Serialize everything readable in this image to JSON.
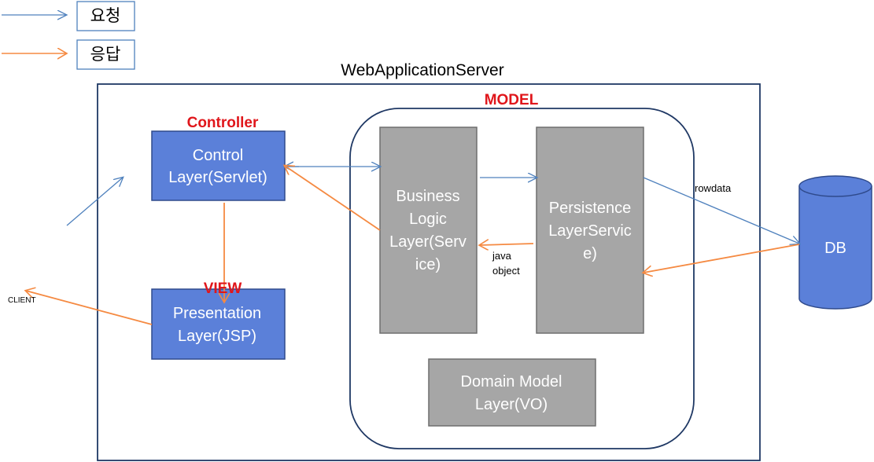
{
  "colors": {
    "request_arrow": "#4f81bd",
    "response_arrow": "#f58a42",
    "blue_box": "#5b80d9",
    "gray_box": "#a6a6a6",
    "red_label": "#e0161b",
    "frame": "#1f3864"
  },
  "legend": {
    "request_label": "요청",
    "response_label": "응답"
  },
  "server": {
    "title": "WebApplicationServer"
  },
  "controller": {
    "label": "Controller",
    "line1": "Control",
    "line2": "Layer(Servlet)"
  },
  "view": {
    "label": "VIEW",
    "line1": "Presentation",
    "line2": "Layer(JSP)"
  },
  "model": {
    "label": "MODEL",
    "business": {
      "line1": "Business",
      "line2": "Logic",
      "line3": "Layer(Serv",
      "line4": "ice)"
    },
    "persistence": {
      "line1": "Persistence",
      "line2": "LayerServic",
      "line3": "e)"
    },
    "domain": {
      "line1": "Domain Model",
      "line2": "Layer(VO)"
    }
  },
  "db": {
    "label": "DB"
  },
  "annotations": {
    "rowdata": "rowdata",
    "java": "java",
    "object": "object",
    "client": "CLIENT"
  }
}
